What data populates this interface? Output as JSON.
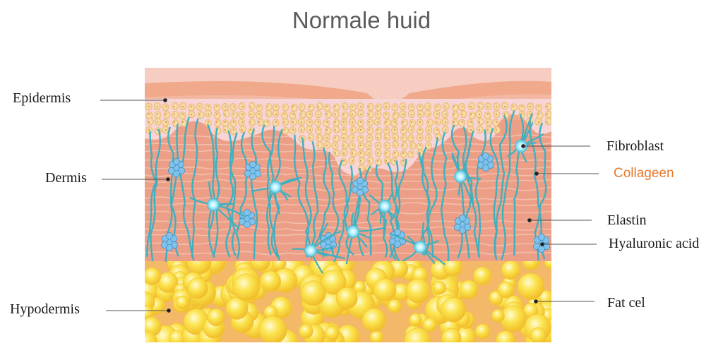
{
  "title": "Normale huid",
  "labels": {
    "epidermis": "Epidermis",
    "dermis": "Dermis",
    "hypodermis": "Hypodermis",
    "fibroblast": "Fibroblast",
    "collagen": "Collageen",
    "elastin": "Elastin",
    "hyaluronic_acid": "Hyaluronic acid",
    "fat_cell": "Fat cel"
  },
  "colors": {
    "title": "#5c5c5c",
    "accent_label": "#e8792d",
    "surface": "#f6cdc0",
    "epidermis": "#f0a98b",
    "basal_layer": "#f7d4d6",
    "epidermal_cell": "#f5d39a",
    "dermis": "#ec9f86",
    "elastin_fiber": "#45b5c4",
    "fibroblast": "#8fe3f4",
    "hyaluronic_acid": "#6fb8e0",
    "hypodermis": "#f3b968",
    "fat_cell": "#fbe14a"
  }
}
